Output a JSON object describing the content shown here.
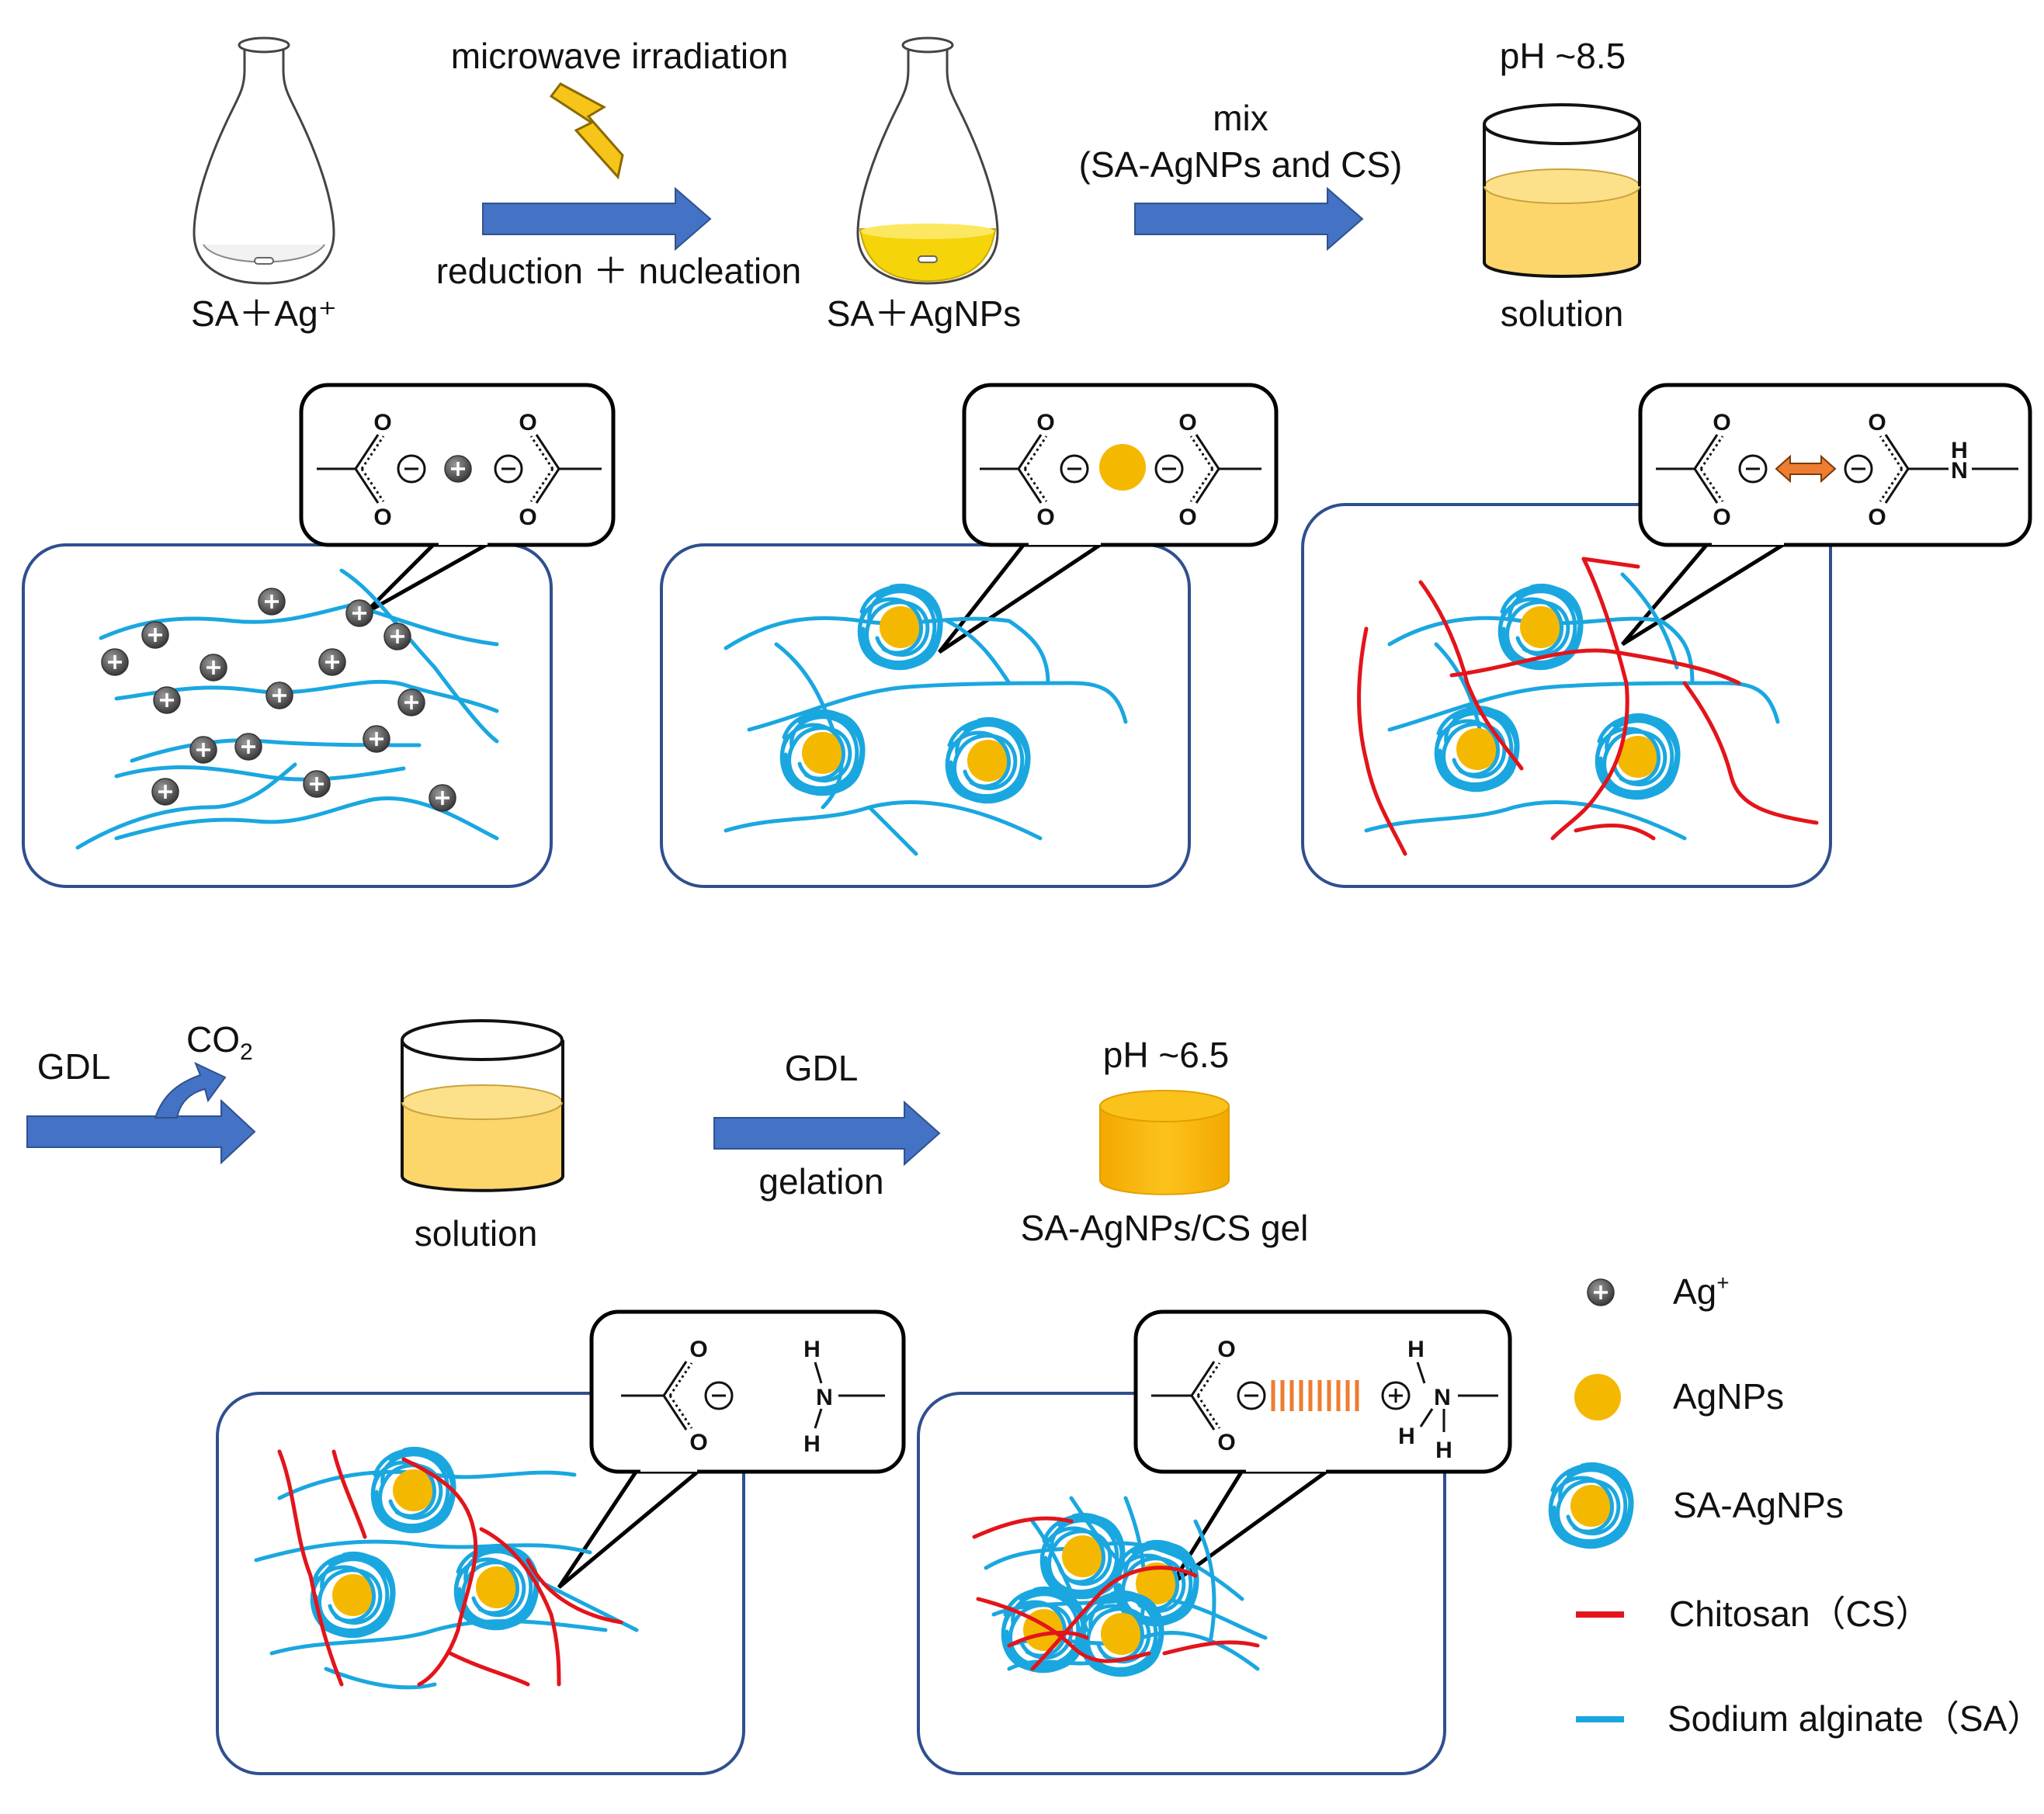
{
  "colors": {
    "sodium_alginate": "#1aa7e0",
    "chitosan": "#e3141b",
    "agnp": "#f5b800",
    "solution": "#fcd66b",
    "gel": "#fbbf1a",
    "arrow": "#4472c4",
    "ion": "#5a5a5a"
  },
  "top": {
    "flask1_label": "SA＋Ag⁺",
    "step1_top": "microwave irradiation",
    "step1_bottom": "reduction ＋ nucleation",
    "flask2_label": "SA＋AgNPs",
    "step2_line1": "mix",
    "step2_line2": "(SA-AgNPs and CS)",
    "beaker1_ph": "pH ~8.5",
    "beaker1_label": "solution"
  },
  "bottom": {
    "gdl1": "GDL",
    "co2": "CO",
    "co2_sub": "2",
    "beaker2_label": "solution",
    "step3_top": "GDL",
    "step3_bottom": "gelation",
    "gel_ph": "pH ~6.5",
    "gel_label": "SA-AgNPs/CS gel"
  },
  "chem": {
    "O": "O",
    "N": "N",
    "H": "H",
    "minus": "⊖",
    "plus": "⊕",
    "ion_plus": "+"
  },
  "legend": [
    {
      "icon": "ag-ion-icon",
      "label": "Ag",
      "sup": "+"
    },
    {
      "icon": "agnp-icon",
      "label": "AgNPs"
    },
    {
      "icon": "sa-agnp-icon",
      "label": "SA-AgNPs"
    },
    {
      "icon": "chitosan-line-icon",
      "label": "Chitosan（CS）"
    },
    {
      "icon": "alginate-line-icon",
      "label": "Sodium alginate（SA）"
    }
  ]
}
